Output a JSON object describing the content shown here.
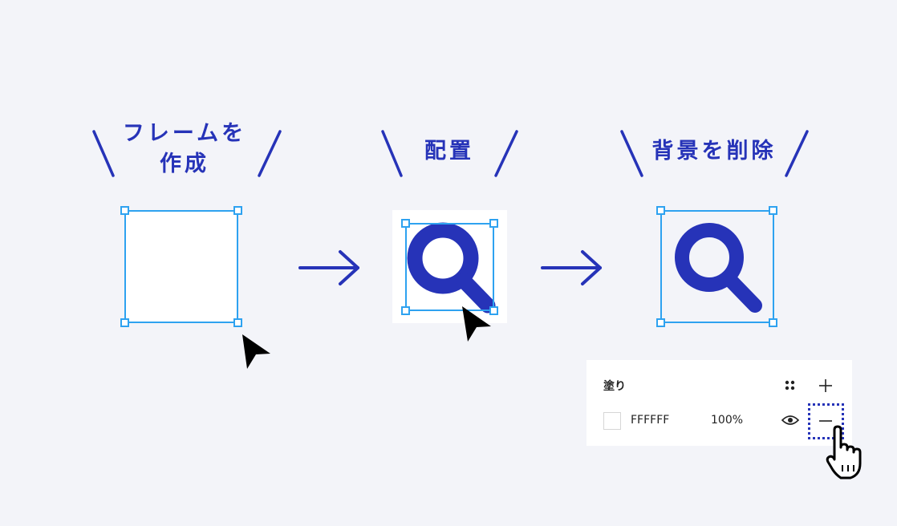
{
  "steps": [
    {
      "title": "フレームを\n作成"
    },
    {
      "title": "配置"
    },
    {
      "title": "背景を削除"
    }
  ],
  "fill_panel": {
    "title": "塗り",
    "color_hex": "FFFFFF",
    "opacity": "100%",
    "icons": {
      "grid": "styles-grid-icon",
      "add": "plus-icon",
      "visibility": "eye-icon",
      "remove": "minus-icon"
    }
  },
  "colors": {
    "accent": "#2633b8",
    "selection": "#2ea2f0",
    "background": "#f3f4f9",
    "fill_swatch": "#ffffff"
  }
}
